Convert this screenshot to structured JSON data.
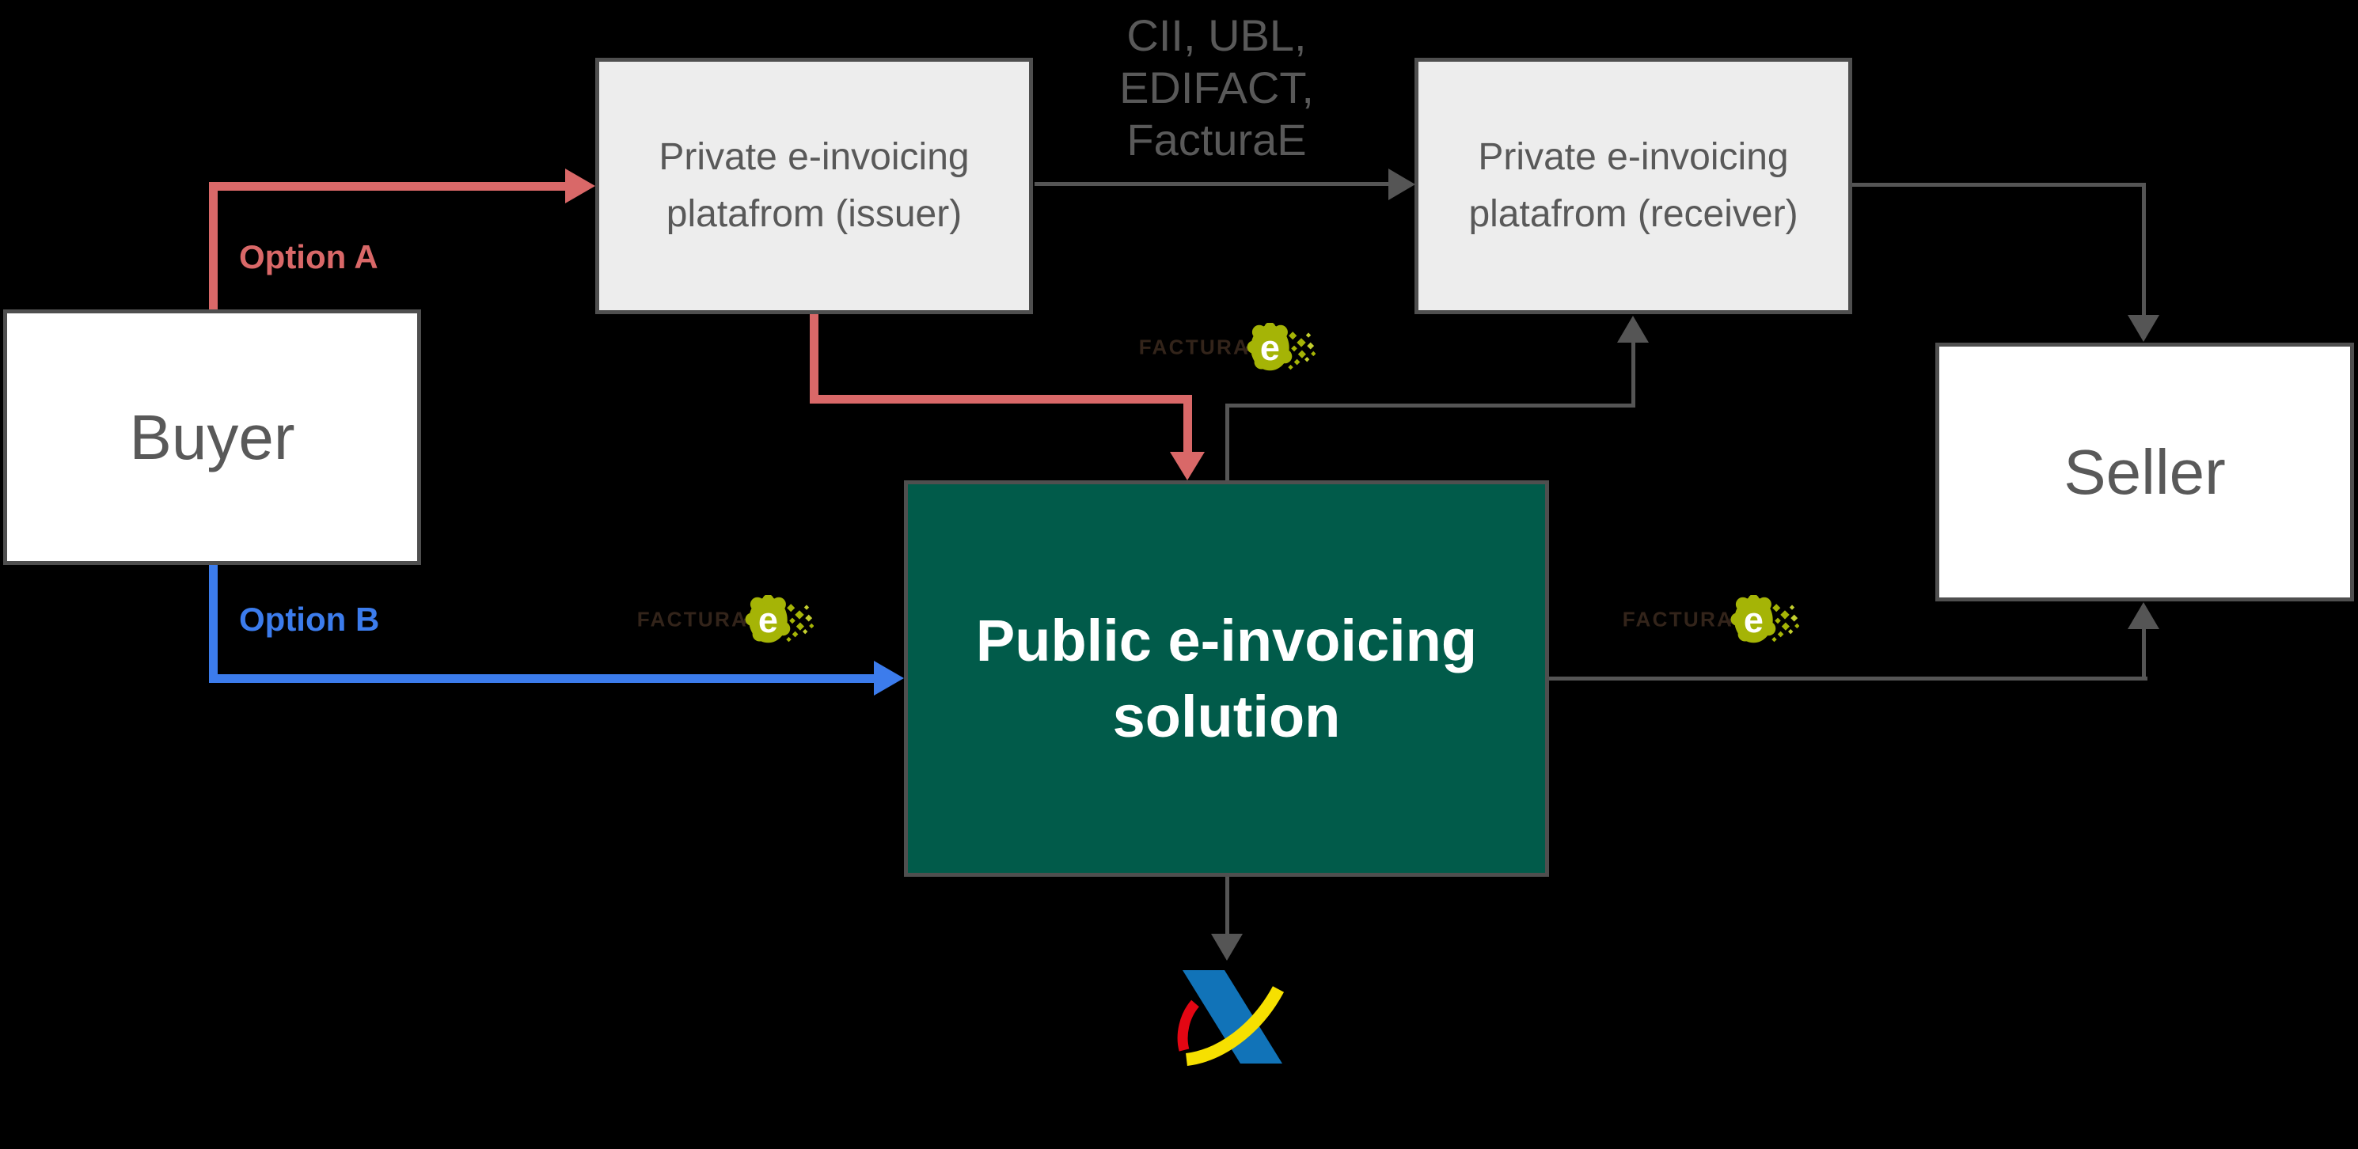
{
  "nodes": {
    "buyer": {
      "label": "Buyer"
    },
    "issuer": {
      "label": "Private e-invoicing platafrom (issuer)"
    },
    "receiver": {
      "label": "Private e-invoicing platafrom (receiver)"
    },
    "seller": {
      "label": "Seller"
    },
    "public": {
      "label": "Public e-invoicing solution"
    }
  },
  "edges": {
    "formats_label": "CII, UBL,\nEDIFACT,\nFacturaE",
    "option_a_label": "Option A",
    "option_b_label": "Option B"
  },
  "logos": {
    "facturae": {
      "word": "FACTURA",
      "e": "e"
    }
  },
  "colors": {
    "background": "#000000",
    "box-border": "#4f4f4f",
    "box-text": "#595959",
    "white-box": "#ffffff",
    "gray-box": "#ededed",
    "green": "#015b4a",
    "green-text": "#ffffff",
    "red": "#d96868",
    "blue": "#3c7cec",
    "line-gray": "#555555",
    "label-gray": "#595959",
    "facturae-olive": "#a5b406",
    "facturae-olive-light": "#c3cf2e",
    "facturae-brown": "#33241a",
    "facturae-e-white": "#ffffff",
    "aeat-blue": "#1173b8",
    "aeat-yellow": "#f6e000",
    "aeat-red": "#e30613"
  }
}
